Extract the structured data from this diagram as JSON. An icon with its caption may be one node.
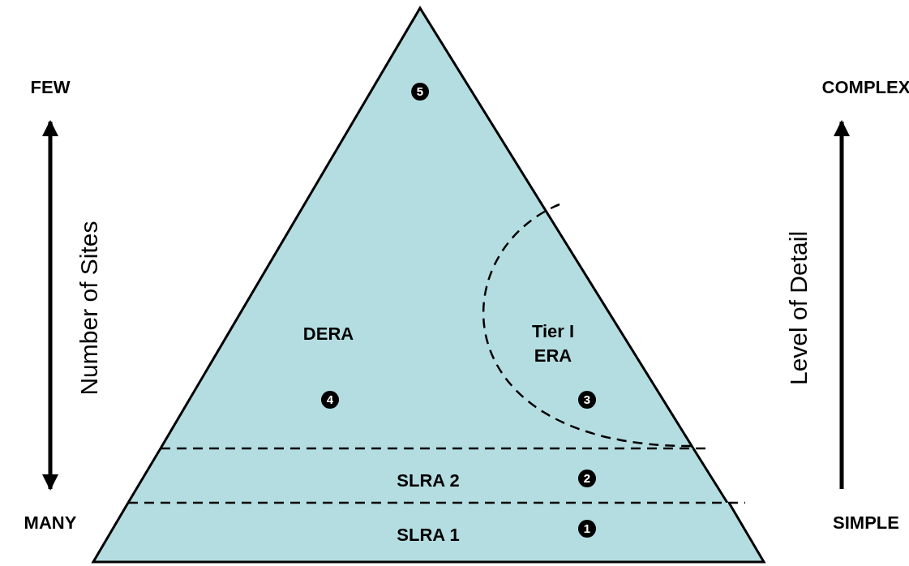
{
  "diagram": {
    "nodes": [
      {
        "text": [
          "DERA"
        ]
      },
      {
        "text": [
          "Tier I ERA"
        ],
        "in": 0
      },
      {
        "text": [
          "SLRA 2"
        ]
      },
      {
        "text": [
          "SLRA 1"
        ]
      }
    ],
    "labels": [
      "FEW",
      "COMPLEX",
      "5",
      "Number of Sites",
      "Level of Detail",
      "4",
      "3",
      "2",
      "MANY",
      "SIMPLE",
      "1"
    ]
  }
}
